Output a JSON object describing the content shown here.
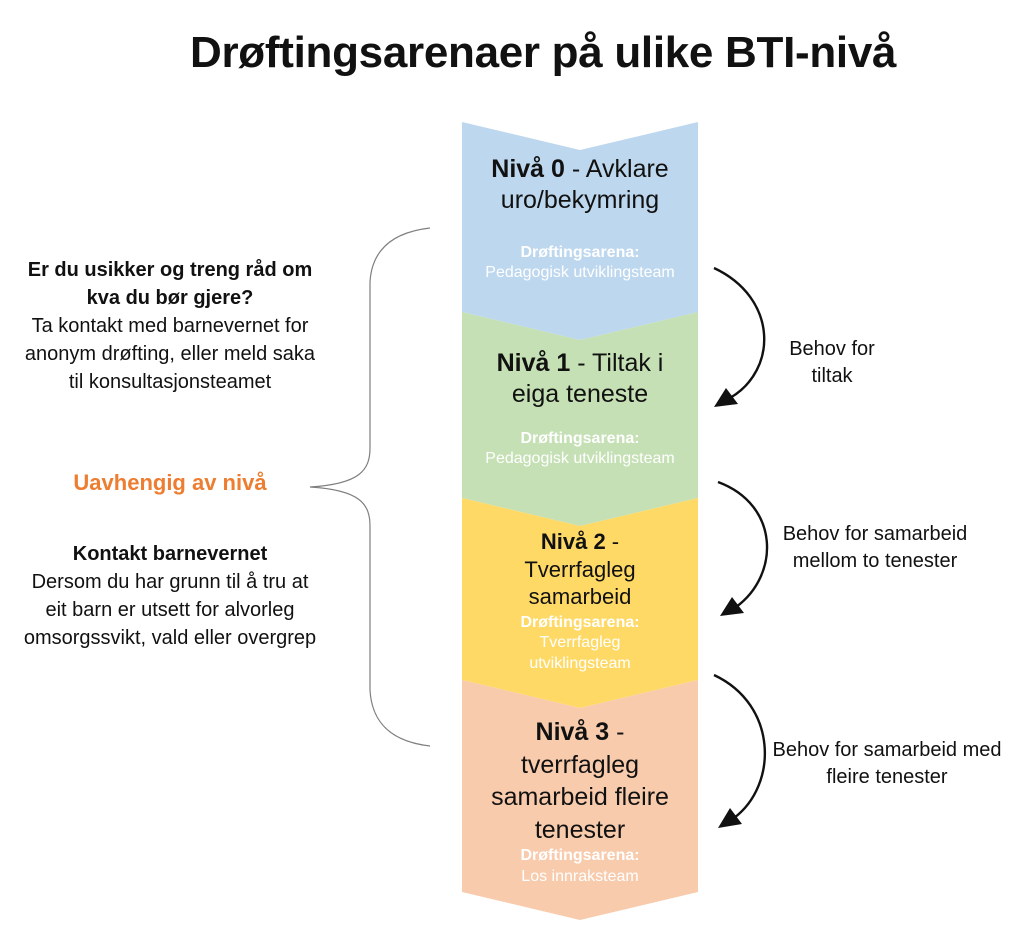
{
  "title": "Drøftingsarenaer på ulike BTI-nivå",
  "colors": {
    "level0": "#BDD7EE",
    "level1": "#C5E0B4",
    "level2": "#FFD966",
    "level3": "#F8CBAD",
    "accent": "#ED7D31"
  },
  "levels": [
    {
      "bold": "Nivå 0",
      "rest": " - Avklare uro/bekymring",
      "arena_label": "Drøftingsarena:",
      "arena": "Pedagogisk utviklingsteam"
    },
    {
      "bold": "Nivå 1",
      "rest": " - Tiltak i eiga teneste",
      "arena_label": "Drøftingsarena:",
      "arena": "Pedagogisk utviklingsteam"
    },
    {
      "bold": "Nivå 2",
      "rest": " - Tverrfagleg samarbeid",
      "arena_label": "Drøftingsarena:",
      "arena": "Tverrfagleg utviklingsteam"
    },
    {
      "bold": "Nivå 3",
      "rest": " - tverrfagleg samarbeid fleire tenester",
      "arena_label": "Drøftingsarena:",
      "arena": "Los innraksteam"
    }
  ],
  "arrows": [
    {
      "label": "Behov for tiltak",
      "icon": "curved-arrow-icon"
    },
    {
      "label": "Behov for samarbeid mellom to tenester",
      "icon": "curved-arrow-icon"
    },
    {
      "label": "Behov for samarbeid med fleire tenester",
      "icon": "curved-arrow-icon"
    }
  ],
  "left": {
    "question_bold": "Er du usikker og treng råd om kva du bør gjere?",
    "question_text": "Ta kontakt med barnevernet for anonym drøfting, eller meld saka til konsultasjonsteamet",
    "independent": "Uavhengig av nivå",
    "contact_bold": "Kontakt barnevernet",
    "contact_text": "Dersom du har grunn til å tru at eit barn er utsett for alvorleg omsorgssvikt, vald eller overgrep"
  }
}
